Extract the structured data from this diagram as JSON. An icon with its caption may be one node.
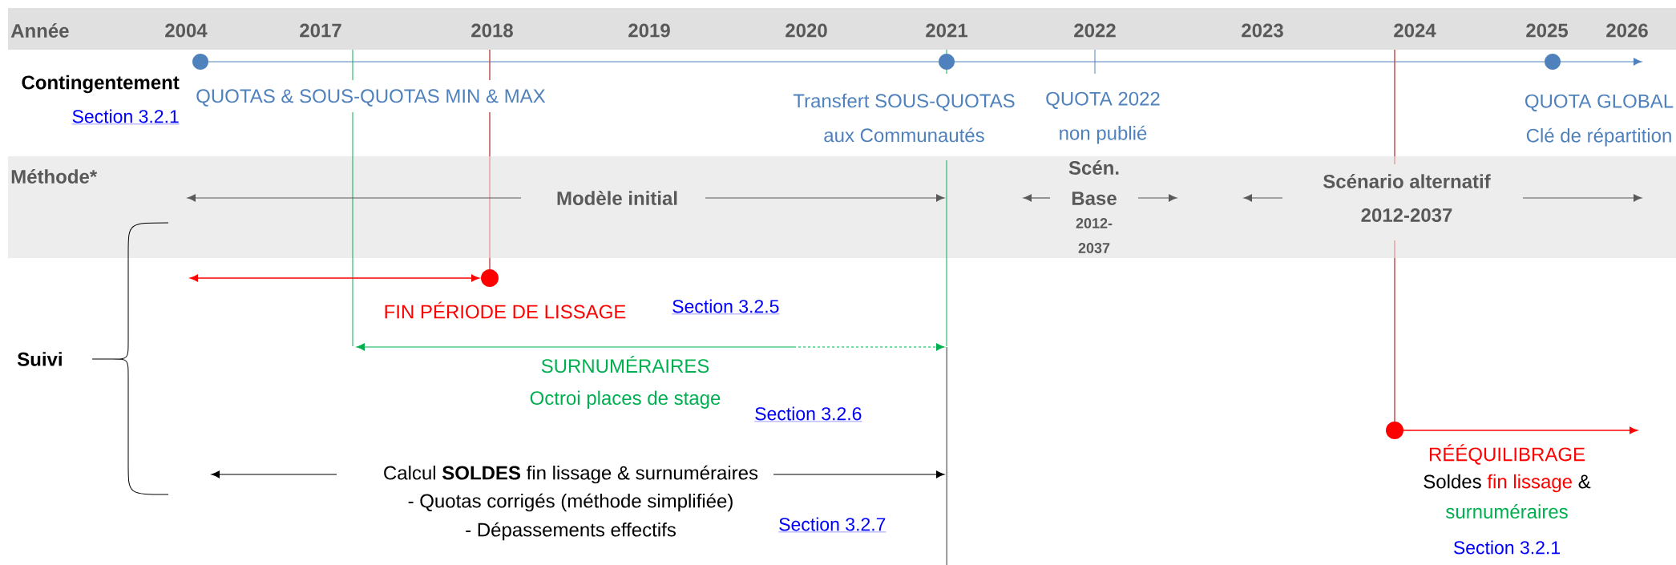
{
  "diagram": {
    "labels": [
      "Année",
      "2004",
      "2017",
      "2018",
      "2019",
      "2020",
      "2021",
      "2022",
      "2023",
      "2024",
      "2025",
      "2026",
      "Contingentement",
      "QUOTAS & SOUS-QUOTAS MIN & MAX",
      "Transfert SOUS-QUOTAS aux Communautés",
      "QUOTA 2022 non publié",
      "QUOTA GLOBAL Clé de répartition",
      "Section 3.2.1",
      "Méthode*",
      "Modèle initial",
      "Scén. Base",
      "2012- 2037",
      "Scénario alternatif 2012-2037",
      "FIN PÉRIODE DE LISSAGE",
      "Section 3.2.5",
      "Suivi",
      "SURNUMÉRAIRES Octroi places de stage",
      "Section 3.2.6",
      "Calcul **SOLDES** fin lissage & surnuméraires",
      "- Quotas corrigés (méthode simplifiée)",
      "- Dépassements effectifs",
      "Section 3.2.7",
      "RÉÉQUILIBRAGE",
      "Soldes",
      "fin lissage",
      "&",
      "surnuméraires",
      "Section 3.2.1"
    ]
  }
}
